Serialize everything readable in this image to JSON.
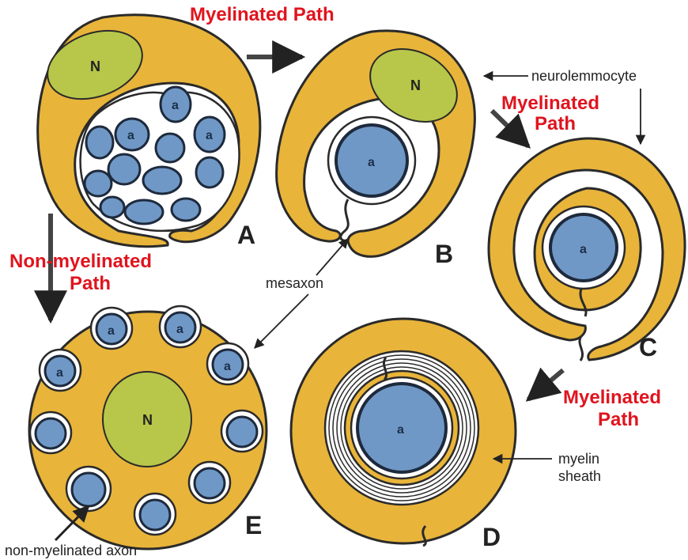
{
  "colors": {
    "cytoplasm": "#e8b43a",
    "cytoplasm_outline": "#2a2a2a",
    "nucleus": "#b8c74a",
    "axon": "#6f98c6",
    "axon_outline": "#1e2a3c",
    "myelin": "#ffffff",
    "label_red": "#e0141e"
  },
  "labels": {
    "myelinated_path_top": "Myelinated Path",
    "myelinated_path_right": [
      "Myelinated",
      "Path"
    ],
    "myelinated_path_bottom": [
      "Myelinated",
      "Path"
    ],
    "non_myelinated_path": [
      "Non-myelinated",
      "Path"
    ],
    "neurolemmocyte": "neurolemmocyte",
    "mesaxon": "mesaxon",
    "myelin_sheath": [
      "myelin",
      "sheath"
    ],
    "non_myelinated_axon": "non-myelinated axon"
  },
  "panels": {
    "A": "A",
    "B": "B",
    "C": "C",
    "D": "D",
    "E": "E"
  },
  "marks": {
    "nucleus": "N",
    "axon": "a"
  }
}
